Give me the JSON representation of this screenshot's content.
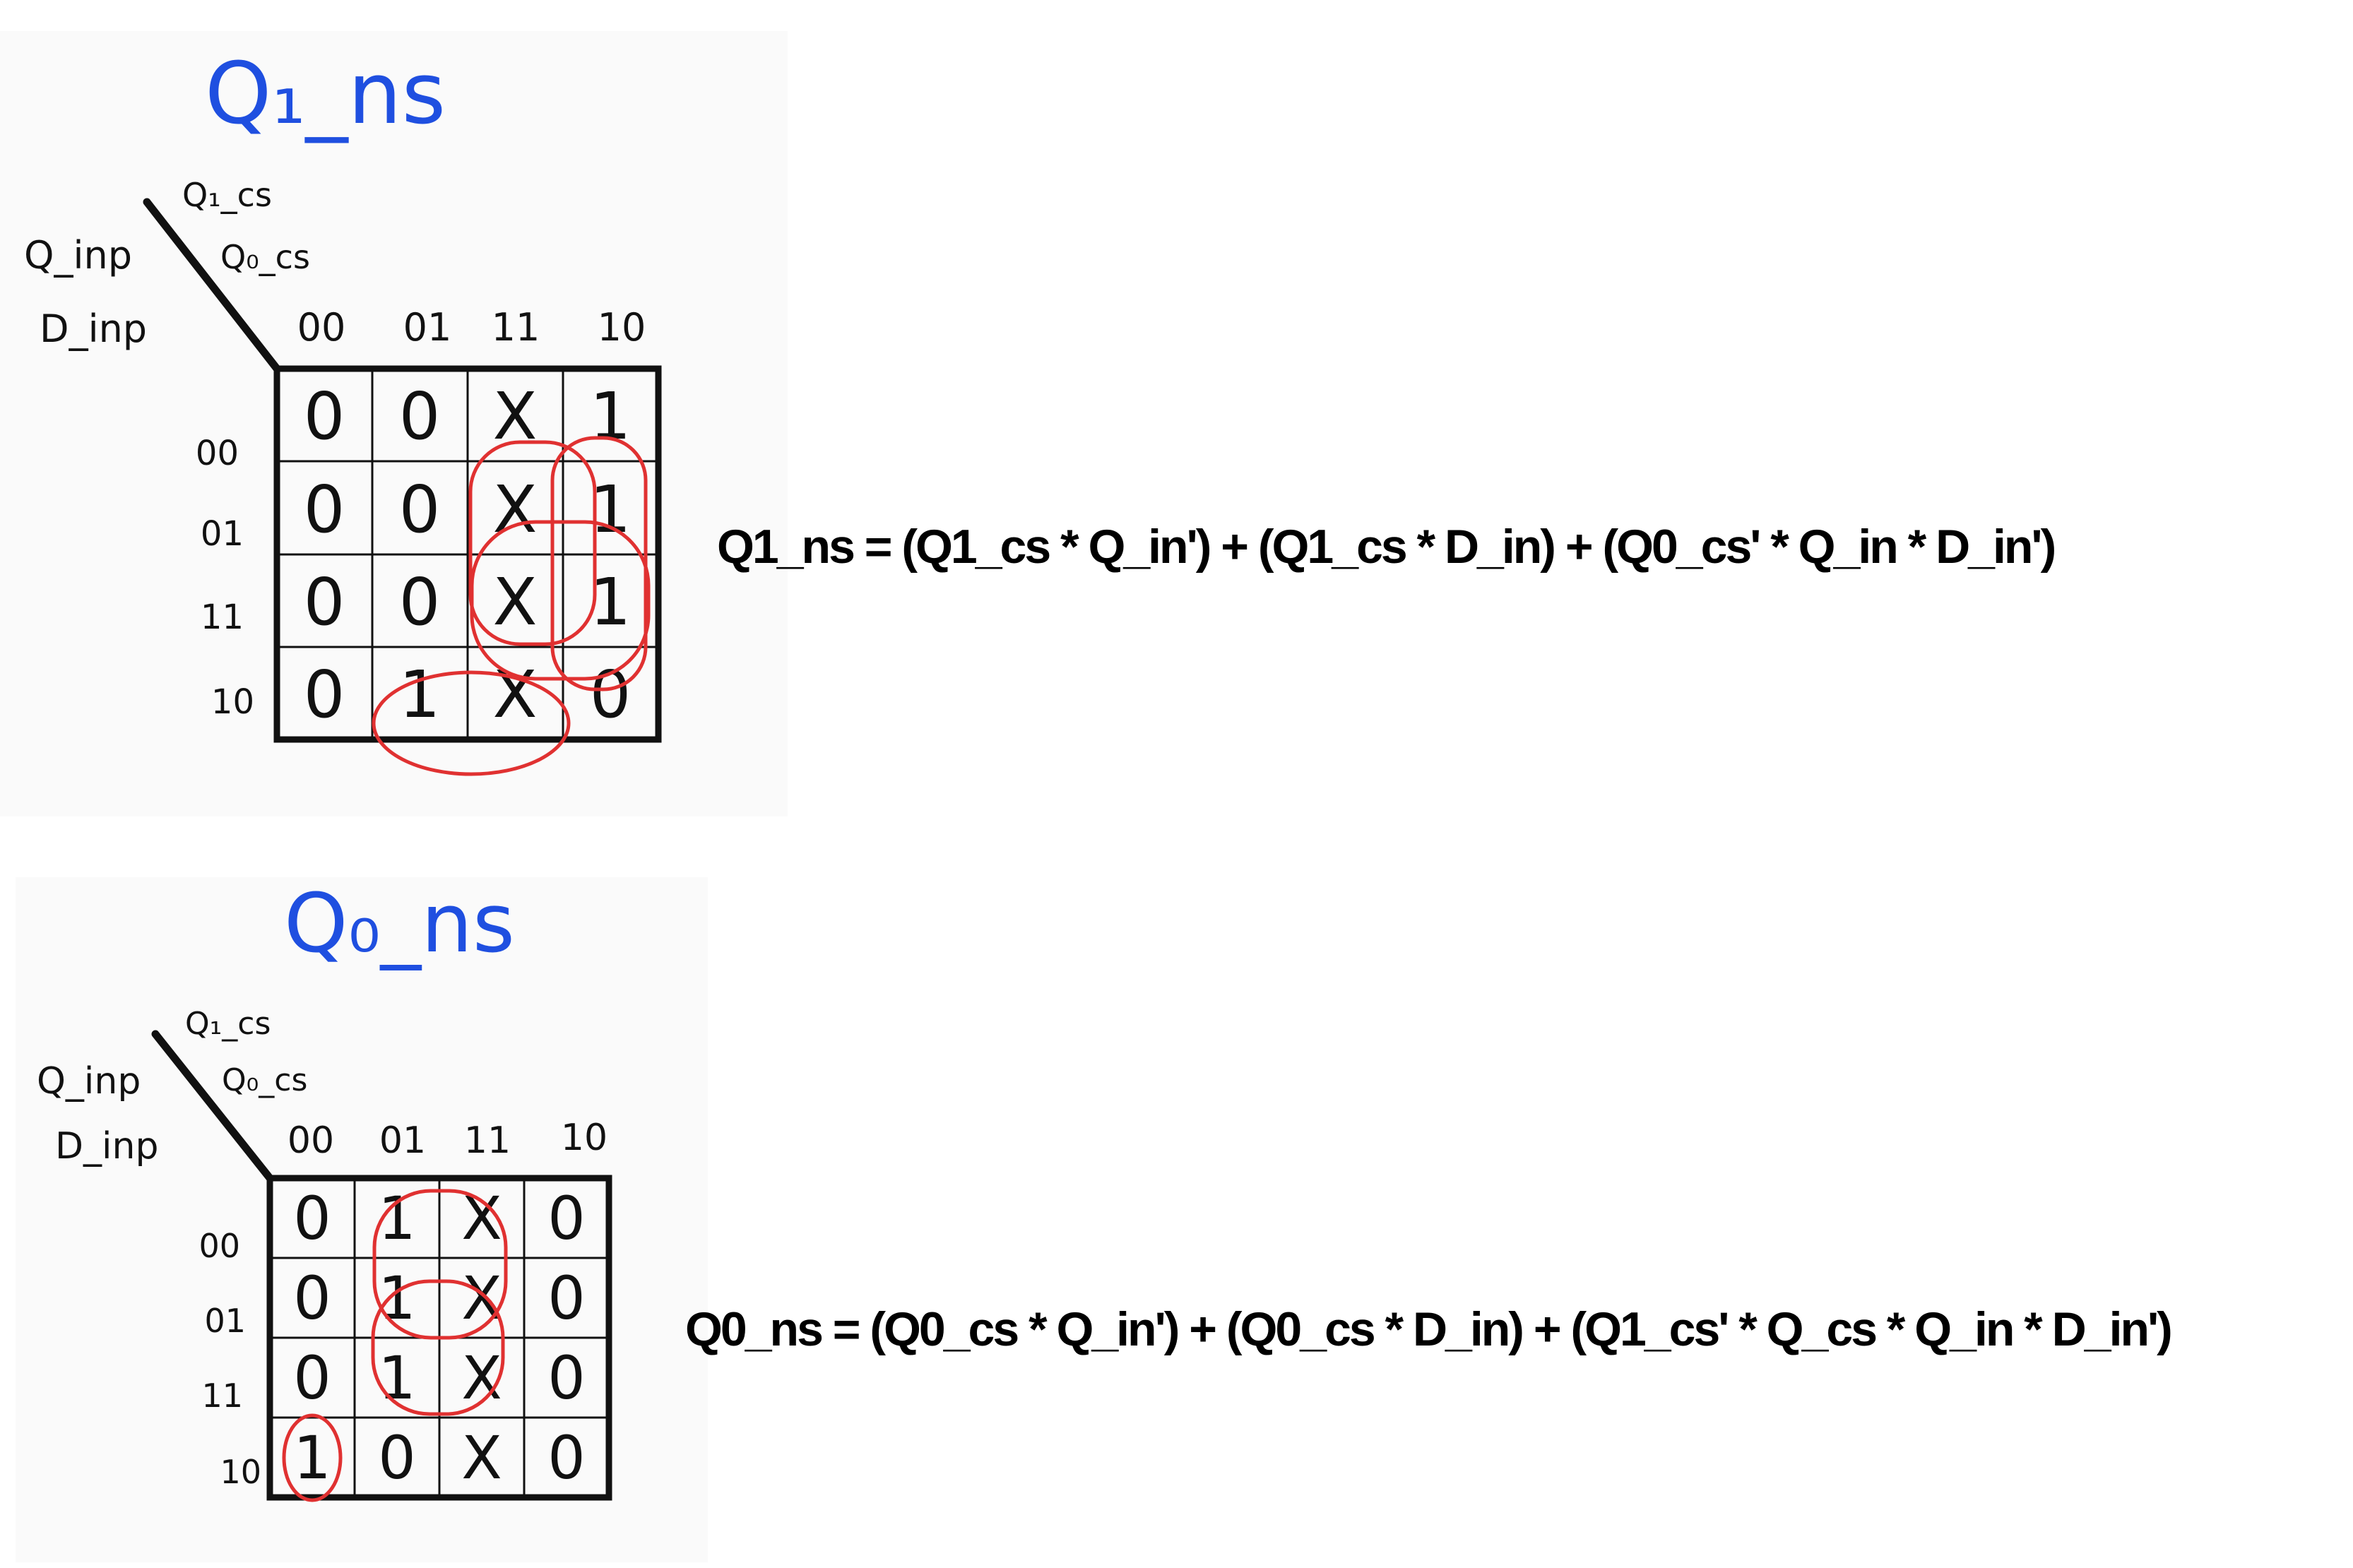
{
  "maps": [
    {
      "title": "Q₁_ns",
      "col_var_1": "Q₁_cs",
      "col_var_2": "Q₀_cs",
      "row_var_1": "Q_inp",
      "row_var_2": "D_inp",
      "col_headers": [
        "00",
        "01",
        "11",
        "10"
      ],
      "row_headers": [
        "00",
        "01",
        "11",
        "10"
      ],
      "cells": [
        [
          "0",
          "0",
          "X",
          "1"
        ],
        [
          "0",
          "0",
          "X",
          "1"
        ],
        [
          "0",
          "0",
          "X",
          "1"
        ],
        [
          "0",
          "1",
          "X",
          "0"
        ]
      ],
      "equation": "Q1_ns = (Q1_cs * Q_in') + (Q1_cs * D_in) + (Q0_cs' * Q_in * D_in')"
    },
    {
      "title": "Q₀_ns",
      "col_var_1": "Q₁_cs",
      "col_var_2": "Q₀_cs",
      "row_var_1": "Q_inp",
      "row_var_2": "D_inp",
      "col_headers": [
        "00",
        "01",
        "11",
        "10"
      ],
      "row_headers": [
        "00",
        "01",
        "11",
        "10"
      ],
      "cells": [
        [
          "0",
          "1",
          "X",
          "0"
        ],
        [
          "0",
          "1",
          "X",
          "0"
        ],
        [
          "0",
          "1",
          "X",
          "0"
        ],
        [
          "1",
          "0",
          "X",
          "0"
        ]
      ],
      "equation": "Q0_ns = (Q0_cs * Q_in') + (Q0_cs * D_in) + (Q1_cs' * Q_cs * Q_in * D_in')"
    }
  ],
  "colors": {
    "title": "#1f4fe0",
    "ink": "#111111",
    "circle": "#e03131"
  }
}
